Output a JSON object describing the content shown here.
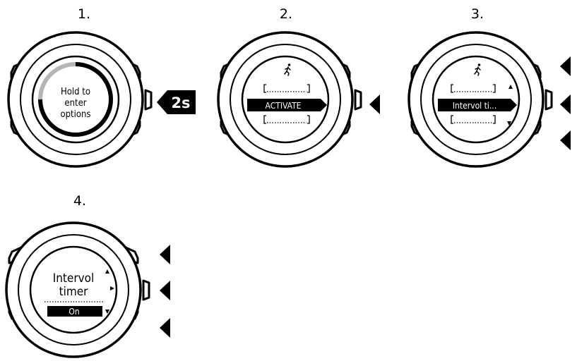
{
  "steps": [
    {
      "number": "1.",
      "screen_lines": [
        "Hold to",
        "enter",
        "options"
      ],
      "badge": "2s"
    },
    {
      "number": "2.",
      "highlight": "ACTIVATE"
    },
    {
      "number": "3.",
      "highlight": "Intervol ti..."
    },
    {
      "number": "4.",
      "title_lines": [
        "Intervol",
        "timer"
      ],
      "highlight": "On"
    }
  ]
}
